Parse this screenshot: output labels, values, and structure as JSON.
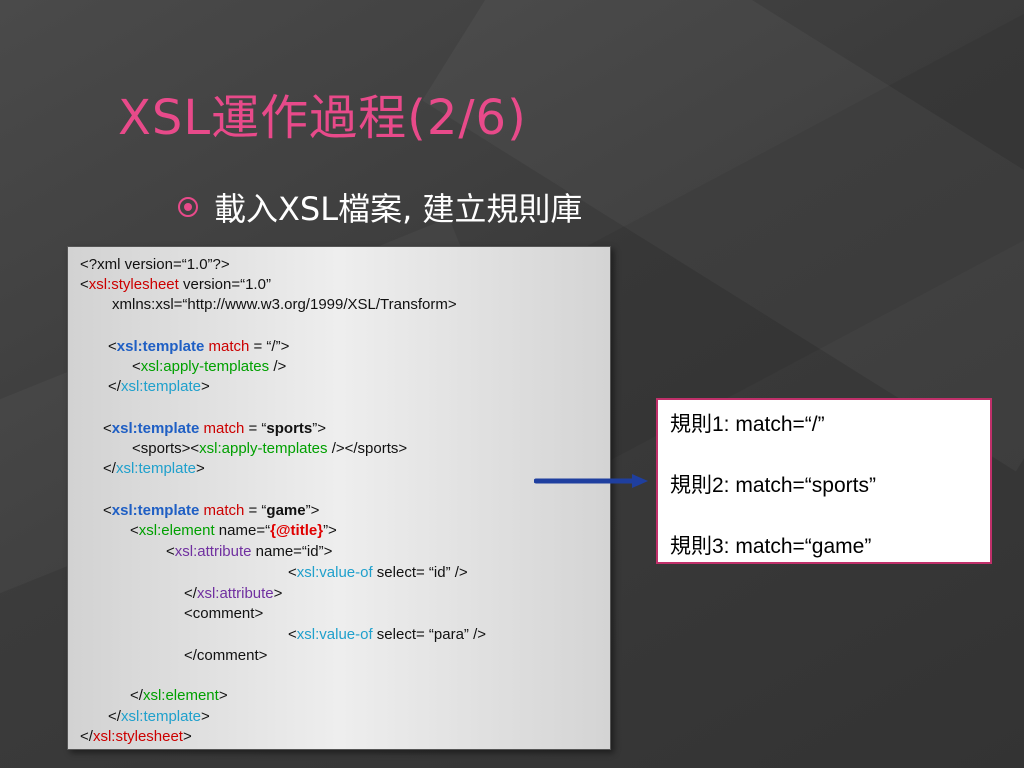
{
  "title": "XSL運作過程(2/6)",
  "bullet": {
    "text": "載入XSL檔案, 建立規則庫"
  },
  "code": {
    "l01": {
      "a": "<?xml version=“1.0”?>"
    },
    "l02": {
      "a": "<",
      "b": "xsl:stylesheet",
      "c": "  version=“1.0”"
    },
    "l03": {
      "a": "xmlns:xsl=“http://www.w3.org/1999/XSL/Transform>"
    },
    "l04": {
      "a": "<",
      "b": "xsl:template",
      "c": " match",
      "d": " = “/”>"
    },
    "l05": {
      "a": "<",
      "b": "xsl:apply-templates",
      "c": " />"
    },
    "l06": {
      "a": "</",
      "b": "xsl:template",
      "c": ">"
    },
    "l07": {
      "a": "<",
      "b": "xsl:template",
      "c": " match",
      "d": " = “",
      "e": "sports",
      "f": "”>"
    },
    "l08": {
      "a": "<sports><",
      "b": "xsl:apply-templates",
      "c": " /></sports>"
    },
    "l09": {
      "a": "</",
      "b": "xsl:template",
      "c": ">"
    },
    "l10": {
      "a": "<",
      "b": "xsl:template",
      "c": " match",
      "d": " = “",
      "e": "game",
      "f": "”>"
    },
    "l11": {
      "a": "<",
      "b": "xsl:element",
      "c": " name=“",
      "d": "{@title}",
      "e": "”>"
    },
    "l12": {
      "a": "<",
      "b": "xsl:attribute",
      "c": " name=“id”>"
    },
    "l13": {
      "a": "<",
      "b": "xsl:value-of",
      "c": " select= “id”  />"
    },
    "l14": {
      "a": "</",
      "b": "xsl:attribute",
      "c": ">"
    },
    "l15": {
      "a": "<comment>"
    },
    "l16": {
      "a": "<",
      "b": "xsl:value-of",
      "c": " select= “para”  />"
    },
    "l17": {
      "a": "</comment>"
    },
    "l18": {
      "a": "</",
      "b": "xsl:element",
      "c": ">"
    },
    "l19": {
      "a": "</",
      "b": "xsl:template",
      "c": ">"
    },
    "l20": {
      "a": "</",
      "b": "xsl:stylesheet",
      "c": ">"
    }
  },
  "rules": {
    "r1": "規則1: match=“/”",
    "r2": "規則2: match=“sports”",
    "r3": "規則3: match=“game”"
  },
  "colors": {
    "title": "#e84a8a",
    "rules_border": "#c0306a",
    "arrow": "#1f3f9f"
  }
}
